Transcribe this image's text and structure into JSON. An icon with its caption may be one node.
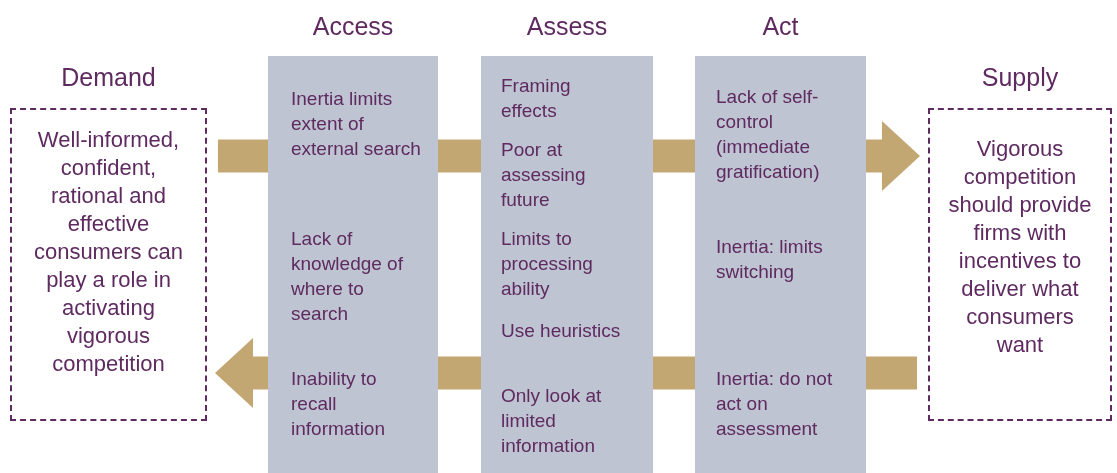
{
  "diagram": {
    "nodes": [
      {
        "text": [
          "Demand",
          "Well-informed, confident, rational and effective consumers can play a role in activating vigorous competition"
        ]
      },
      {
        "text": [
          "Access",
          "Inertia limits extent of external search",
          "Lack of knowledge of where to search",
          "Inability to recall information"
        ]
      },
      {
        "text": [
          "Assess",
          "Framing effects",
          "Poor at assessing future",
          "Limits to processing ability",
          "Use heuristics",
          "Only look at limited information"
        ]
      },
      {
        "text": [
          "Act",
          "Lack of self-control (immediate gratification)",
          "Inertia: limits switching",
          "Inertia: do not act on assessment"
        ]
      },
      {
        "text": [
          "Supply",
          "Vigorous competition should provide firms with incentives to deliver what consumers want"
        ]
      }
    ],
    "edges": [
      {
        "from": 0,
        "to": 1,
        "arrow": "none"
      },
      {
        "from": 1,
        "to": 2,
        "arrow": "none"
      },
      {
        "from": 2,
        "to": 3,
        "arrow": "none"
      },
      {
        "from": 3,
        "to": 4,
        "arrow": "to"
      },
      {
        "from": 4,
        "to": 3,
        "arrow": "none"
      },
      {
        "from": 3,
        "to": 2,
        "arrow": "none"
      },
      {
        "from": 2,
        "to": 1,
        "arrow": "none"
      },
      {
        "from": 1,
        "to": 0,
        "arrow": "to"
      }
    ]
  }
}
